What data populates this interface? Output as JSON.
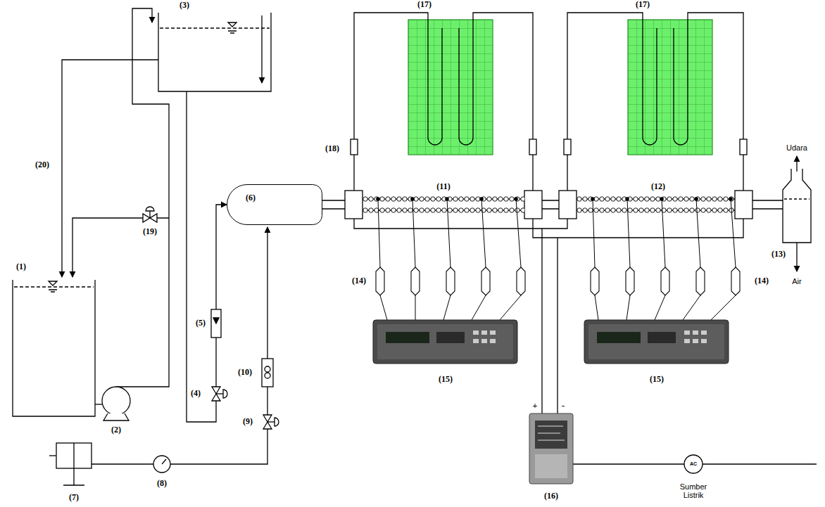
{
  "diagram": {
    "nodes": [
      {
        "text": [
          "(6)"
        ]
      }
    ],
    "labels": [
      "(1)",
      "(2)",
      "(3)",
      "(4)",
      "(5)",
      "(7)",
      "(8)",
      "(9)",
      "(10)",
      "(11)",
      "(12)",
      "(13)",
      "(14)",
      "(14)",
      "(15)",
      "(15)",
      "(16)",
      "(17)",
      "(17)",
      "(18)",
      "(19)",
      "(20)",
      "Udara",
      "Air",
      "+",
      "-",
      "AC",
      "Sumber Listrik"
    ]
  }
}
